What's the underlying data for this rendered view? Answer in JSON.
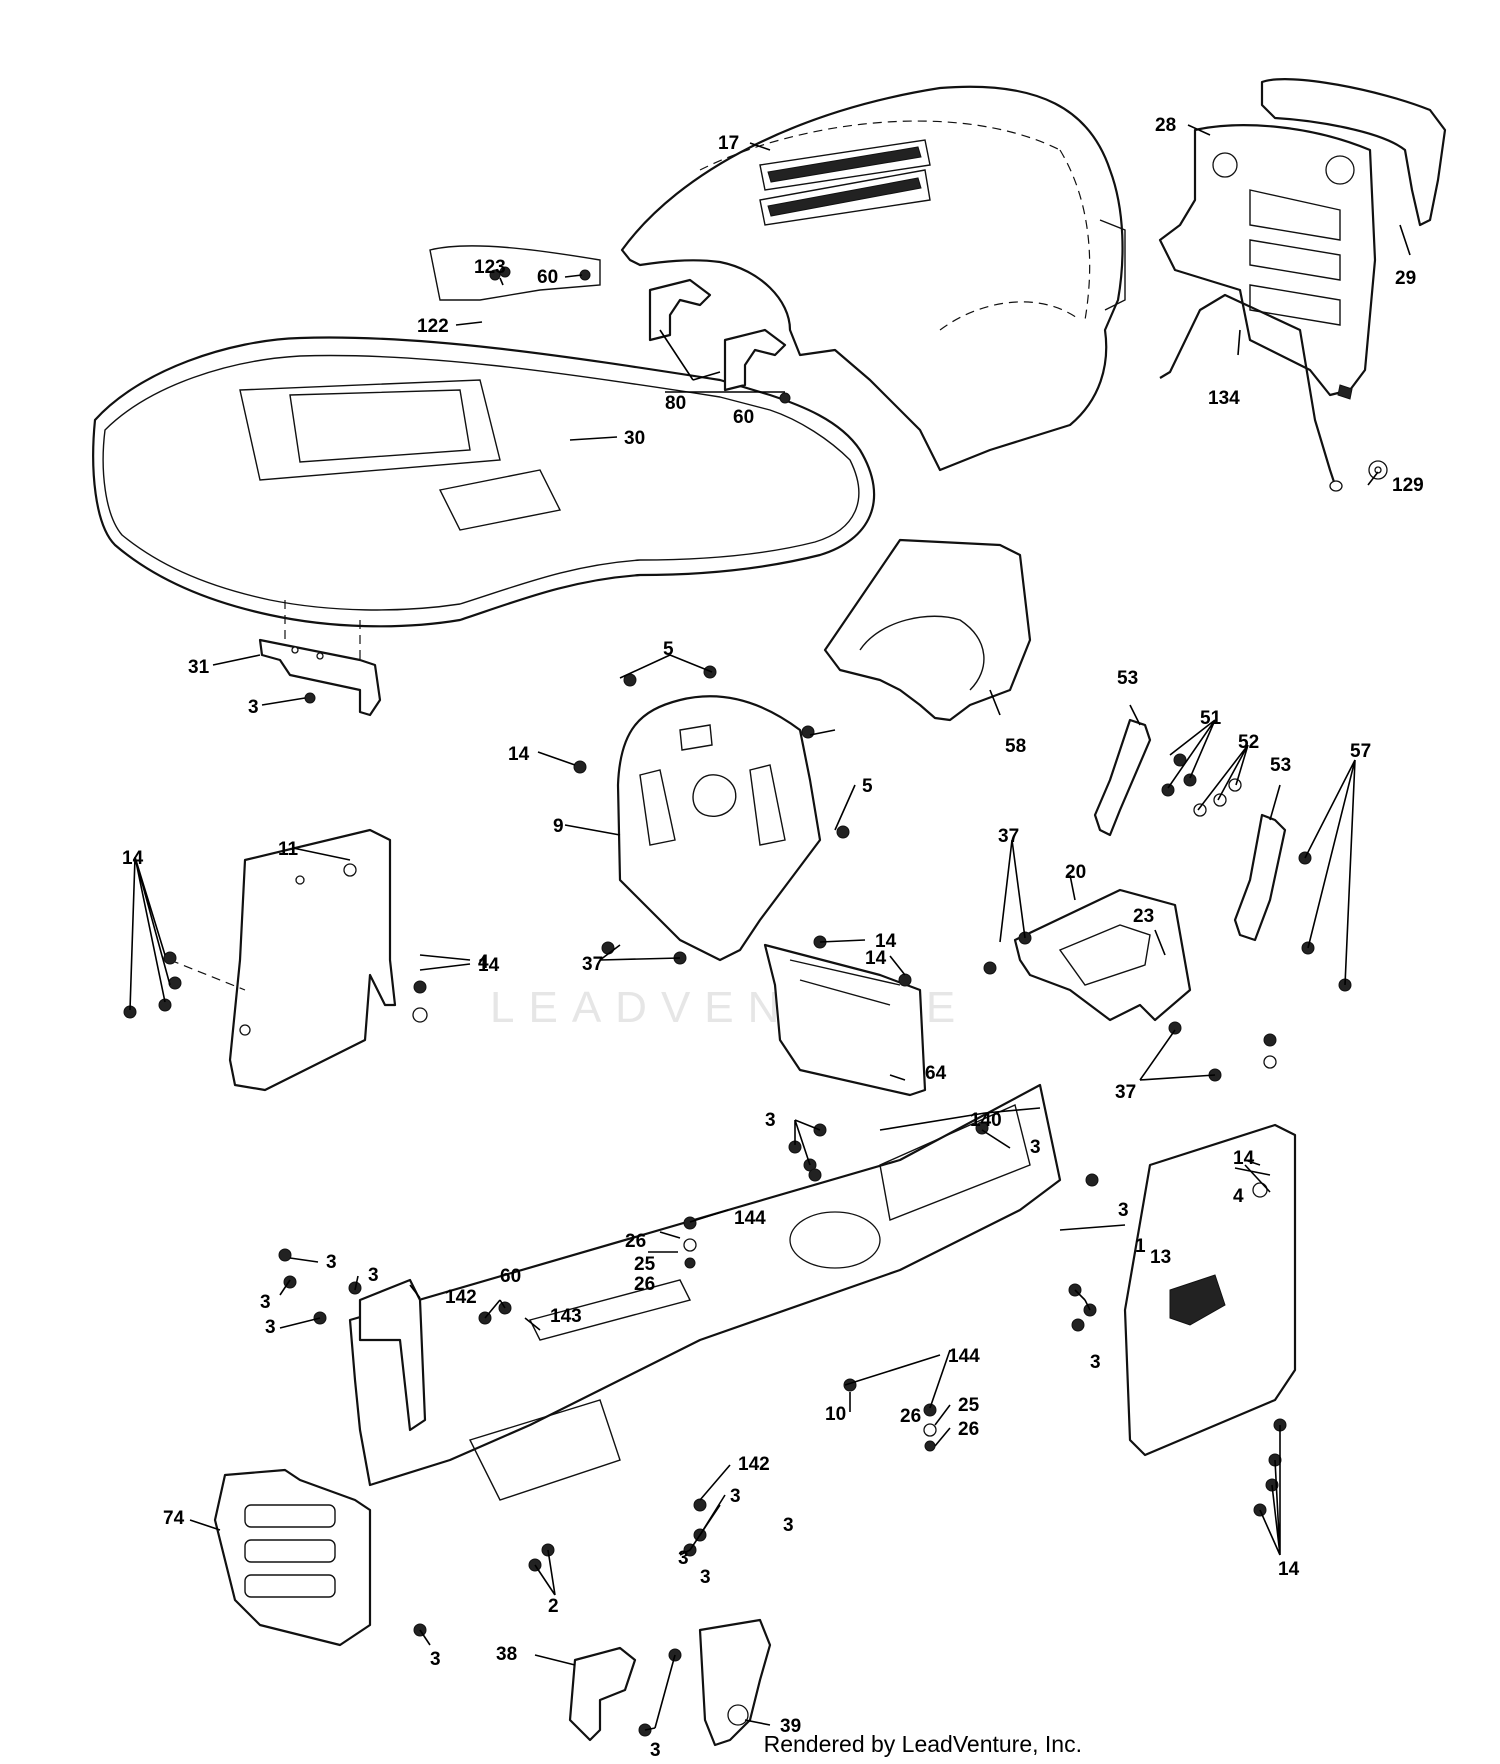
{
  "watermark": "LEADVENTURE",
  "credit": "Rendered by LeadVenture, Inc.",
  "callouts": [
    "17",
    "28",
    "29",
    "134",
    "129",
    "123",
    "122",
    "60",
    "80",
    "30",
    "31",
    "3",
    "58",
    "5",
    "14",
    "9",
    "11",
    "4",
    "37",
    "53",
    "51",
    "52",
    "57",
    "20",
    "23",
    "64",
    "140",
    "1",
    "13",
    "144",
    "26",
    "25",
    "142",
    "143",
    "10",
    "2",
    "74",
    "38",
    "39"
  ]
}
